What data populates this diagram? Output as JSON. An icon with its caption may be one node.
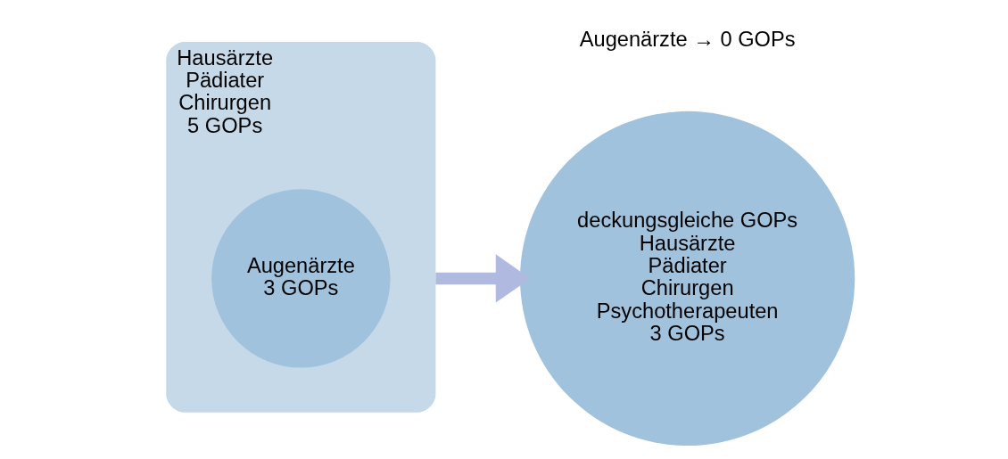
{
  "diagram": {
    "nodes": [
      {
        "text": [
          "Hausärzte",
          "Pädiater",
          "Chirurgen",
          "5 GOPs"
        ]
      },
      {
        "text": [
          "Augenärzte",
          "3 GOPs"
        ],
        "in": 0
      },
      {
        "text": [
          "deckungsgleiche GOPs",
          "Hausärzte",
          "Pädiater",
          "Chirurgen",
          "Psychotherapeuten",
          "3 GOPs"
        ],
        "beside": [
          "Augenärzte → 0 GOPs"
        ]
      }
    ],
    "edges": [
      {
        "from": 0,
        "to": 2,
        "arrow": "to"
      }
    ]
  }
}
